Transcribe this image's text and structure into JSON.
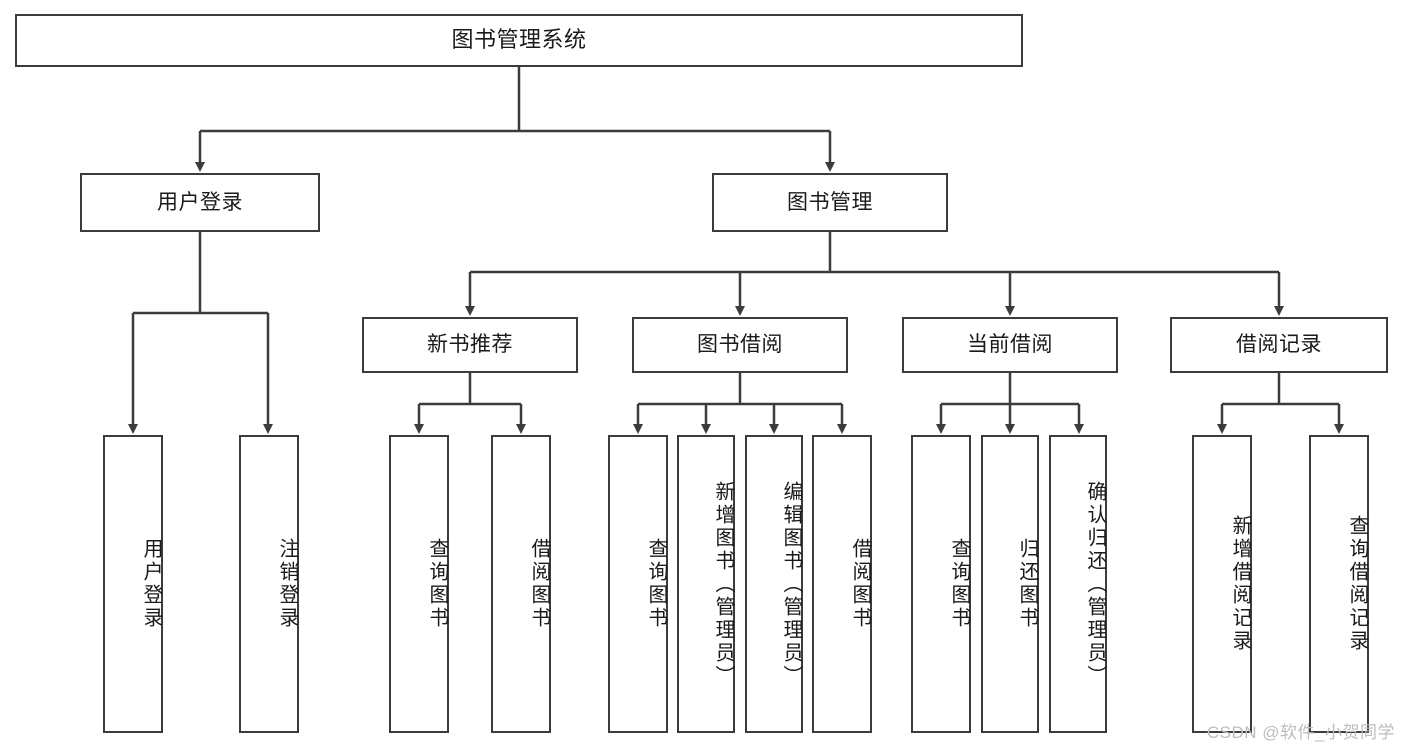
{
  "diagram": {
    "title": "图书管理系统",
    "type": "tree-hierarchy-diagram",
    "colors": {
      "box_border": "#3c3c3c",
      "box_fill": "#ffffff",
      "edge": "#3c3c3c",
      "text": "#1a1a1a",
      "watermark": "#bdbdbd",
      "background": "#ffffff"
    },
    "nodes": {
      "root": {
        "label": "图书管理系统"
      },
      "level2": [
        {
          "id": "user-login",
          "label": "用户登录"
        },
        {
          "id": "book-management",
          "label": "图书管理"
        }
      ],
      "level3": [
        {
          "id": "new-book-recommend",
          "label": "新书推荐"
        },
        {
          "id": "book-borrow",
          "label": "图书借阅"
        },
        {
          "id": "current-borrow",
          "label": "当前借阅"
        },
        {
          "id": "borrow-record",
          "label": "借阅记录"
        }
      ],
      "leaves": {
        "user-login": [
          {
            "id": "leaf-user-login",
            "label": "用户登录"
          },
          {
            "id": "leaf-user-logout",
            "label": "注销登录"
          }
        ],
        "new-book-recommend": [
          {
            "id": "leaf-query-book-1",
            "label": "查询图书"
          },
          {
            "id": "leaf-borrow-book-1",
            "label": "借阅图书"
          }
        ],
        "book-borrow": [
          {
            "id": "leaf-query-book-2",
            "label": "查询图书"
          },
          {
            "id": "leaf-add-book",
            "label": "新增图书（管理员）"
          },
          {
            "id": "leaf-edit-book",
            "label": "编辑图书（管理员）"
          },
          {
            "id": "leaf-borrow-book-2",
            "label": "借阅图书"
          }
        ],
        "current-borrow": [
          {
            "id": "leaf-query-book-3",
            "label": "查询图书"
          },
          {
            "id": "leaf-return-book",
            "label": "归还图书"
          },
          {
            "id": "leaf-confirm-return",
            "label": "确认归还（管理员）"
          }
        ],
        "borrow-record": [
          {
            "id": "leaf-add-record",
            "label": "新增借阅记录"
          },
          {
            "id": "leaf-query-record",
            "label": "查询借阅记录"
          }
        ]
      }
    },
    "watermark": "CSDN @软件_小贺同学"
  }
}
